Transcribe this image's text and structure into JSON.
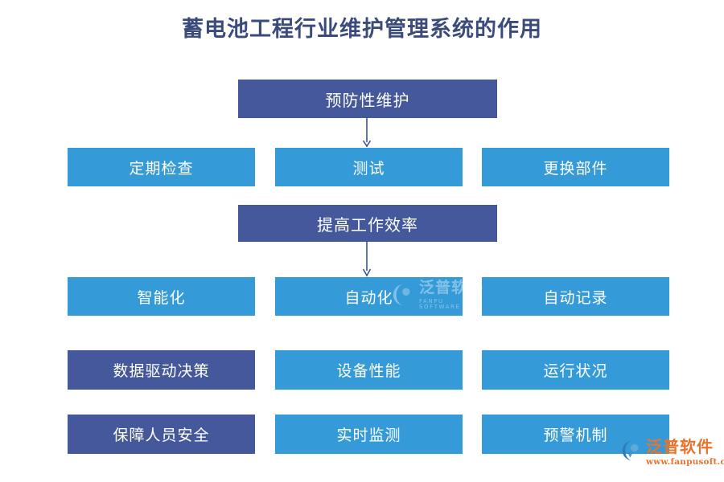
{
  "title": "蓄电池工程行业维护管理系统的作用",
  "colors": {
    "dark_blue": "#45589B",
    "light_blue": "#359BD8",
    "title_text": "#3A4B7C",
    "node_text": "#FFFFFF",
    "brand_orange": "#E8742B",
    "background": "#FFFFFF"
  },
  "diagram": {
    "type": "flowchart",
    "sections": [
      {
        "header": {
          "label": "预防性维护",
          "style": "dark"
        },
        "connector": "down-arrow",
        "items": [
          {
            "label": "定期检查",
            "style": "light"
          },
          {
            "label": "测试",
            "style": "light"
          },
          {
            "label": "更换部件",
            "style": "light"
          }
        ]
      },
      {
        "header": {
          "label": "提高工作效率",
          "style": "dark"
        },
        "connector": "down-arrow",
        "items": [
          {
            "label": "智能化",
            "style": "light"
          },
          {
            "label": "自动化",
            "style": "light"
          },
          {
            "label": "自动记录",
            "style": "light"
          }
        ]
      }
    ],
    "rows": [
      {
        "items": [
          {
            "label": "数据驱动决策",
            "style": "dark"
          },
          {
            "label": "设备性能",
            "style": "light"
          },
          {
            "label": "运行状况",
            "style": "light"
          }
        ]
      },
      {
        "items": [
          {
            "label": "保障人员安全",
            "style": "dark"
          },
          {
            "label": "实时监测",
            "style": "light"
          },
          {
            "label": "预警机制",
            "style": "light"
          }
        ]
      }
    ]
  },
  "watermark": {
    "cn": "泛普软件",
    "en": "FANPU SOFTWARE"
  },
  "brand": {
    "name": "泛普软件",
    "url": "www.fanpusoft.com"
  }
}
